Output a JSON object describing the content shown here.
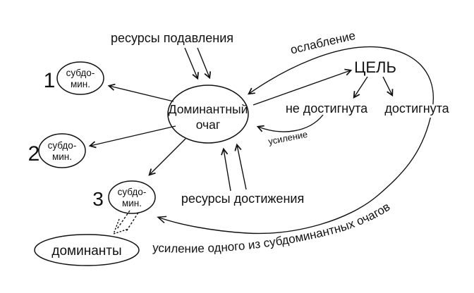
{
  "diagram": {
    "title_hint": "dominant focus scheme",
    "labels": {
      "suppression_resources": "ресурсы подавления",
      "achievement_resources": "ресурсы достижения",
      "weakening": "ослабление",
      "strengthening_small": "усиление",
      "goal": "ЦЕЛЬ",
      "not_achieved": "не достигнута",
      "achieved": "достигнута",
      "arc_label": "усиление одного из субдоминантных очагов"
    },
    "nodes": {
      "dominant_focus": {
        "line1": "Доминантный",
        "line2": "очаг"
      },
      "subdominant_1": {
        "number": "1",
        "line1": "субдо-",
        "line2": "мин."
      },
      "subdominant_2": {
        "number": "2",
        "line1": "субдо-",
        "line2": "мин."
      },
      "subdominant_3": {
        "number": "3",
        "line1": "субдо-",
        "line2": "мин."
      },
      "dominants": {
        "label": "доминанты"
      }
    },
    "colors": {
      "ink": "#111111",
      "background": "#ffffff"
    }
  }
}
